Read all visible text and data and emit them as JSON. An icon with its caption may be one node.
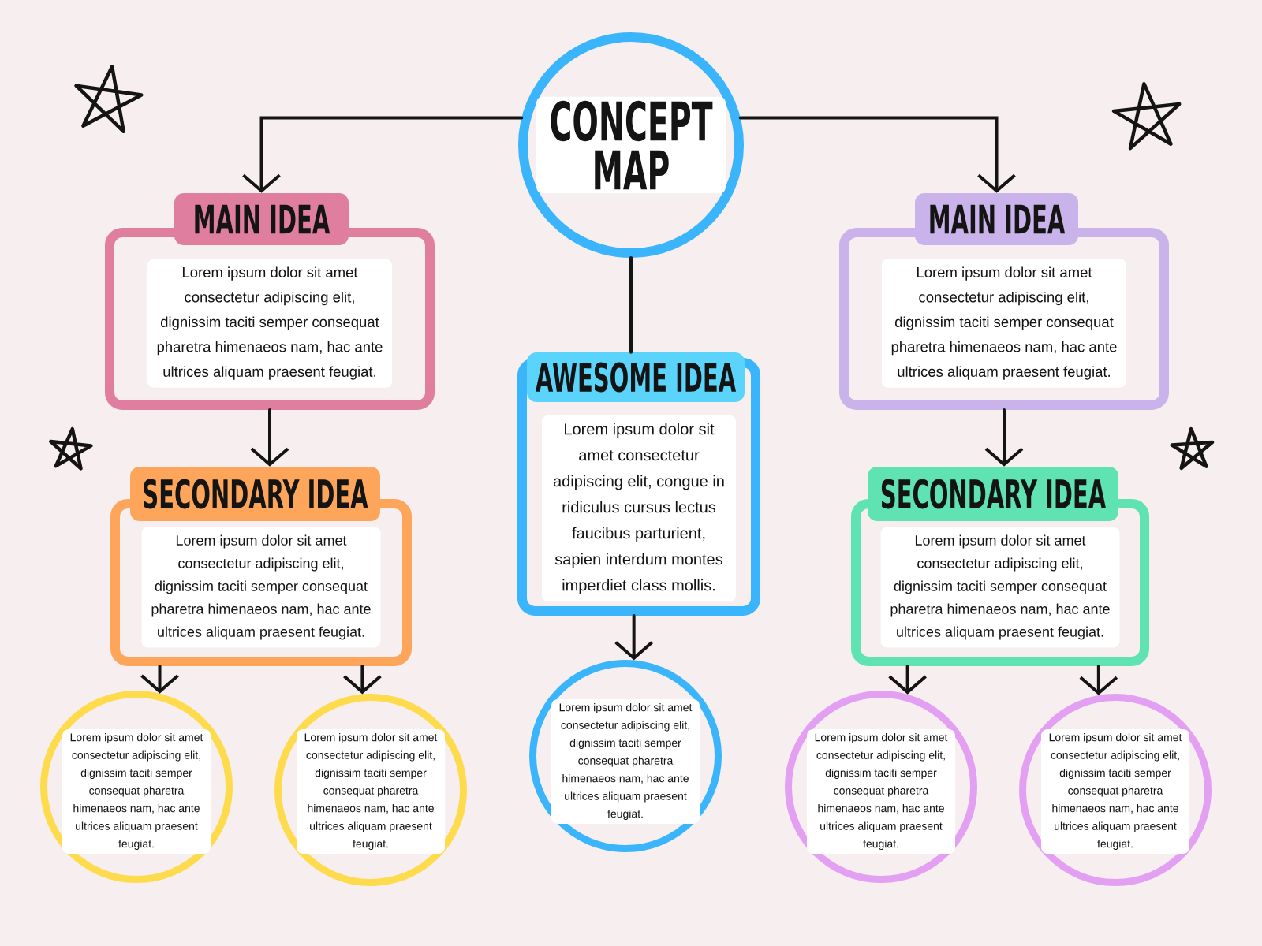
{
  "diagram": {
    "nodes": [
      {
        "text": [
          "CONCEPT MAP"
        ]
      },
      {
        "text": [
          "MAIN IDEA",
          "Lorem ipsum dolor sit amet consectetur adipiscing elit, dignissim taciti semper consequat pharetra himenaeos nam, hac ante ultrices aliquam praesent feugiat."
        ]
      },
      {
        "text": [
          "MAIN IDEA",
          "Lorem ipsum dolor sit amet consectetur adipiscing elit, dignissim taciti semper consequat pharetra himenaeos nam, hac ante ultrices aliquam praesent feugiat."
        ]
      },
      {
        "text": [
          "AWESOME IDEA",
          "Lorem ipsum dolor sit amet consectetur adipiscing elit, congue in ridiculus cursus lectus faucibus parturient, sapien interdum montes imperdiet class mollis."
        ]
      },
      {
        "text": [
          "SECONDARY IDEA",
          "Lorem ipsum dolor sit amet consectetur adipiscing elit, dignissim taciti semper consequat pharetra himenaeos nam, hac ante ultrices aliquam praesent feugiat."
        ]
      },
      {
        "text": [
          "SECONDARY IDEA",
          "Lorem ipsum dolor sit amet consectetur adipiscing elit, dignissim taciti semper consequat pharetra himenaeos nam, hac ante ultrices aliquam praesent feugiat."
        ]
      },
      {
        "text": [
          "Lorem ipsum dolor sit amet consectetur adipiscing elit, dignissim taciti semper consequat pharetra himenaeos nam, hac ante ultrices aliquam praesent feugiat."
        ]
      },
      {
        "text": [
          "Lorem ipsum dolor sit amet consectetur adipiscing elit, dignissim taciti semper consequat pharetra himenaeos nam, hac ante ultrices aliquam praesent feugiat."
        ]
      },
      {
        "text": [
          "Lorem ipsum dolor sit amet consectetur adipiscing elit, dignissim taciti semper consequat pharetra himenaeos nam, hac ante ultrices aliquam praesent feugiat."
        ]
      },
      {
        "text": [
          "Lorem ipsum dolor sit amet consectetur adipiscing elit, dignissim taciti semper consequat pharetra himenaeos nam, hac ante ultrices aliquam praesent feugiat."
        ]
      },
      {
        "text": [
          "Lorem ipsum dolor sit amet consectetur adipiscing elit, dignissim taciti semper consequat pharetra himenaeos nam, hac ante ultrices aliquam praesent feugiat."
        ]
      }
    ],
    "edges": [
      {
        "from": 0,
        "to": 1,
        "arrow": "to"
      },
      {
        "from": 0,
        "to": 2,
        "arrow": "to"
      },
      {
        "from": 0,
        "to": 3,
        "arrow": "none"
      },
      {
        "from": 1,
        "to": 4,
        "arrow": "to"
      },
      {
        "from": 2,
        "to": 5,
        "arrow": "to"
      },
      {
        "from": 3,
        "to": 8,
        "arrow": "to"
      },
      {
        "from": 4,
        "to": 6,
        "arrow": "to"
      },
      {
        "from": 4,
        "to": 7,
        "arrow": "to"
      },
      {
        "from": 5,
        "to": 9,
        "arrow": "to"
      },
      {
        "from": 5,
        "to": 10,
        "arrow": "to"
      }
    ]
  }
}
